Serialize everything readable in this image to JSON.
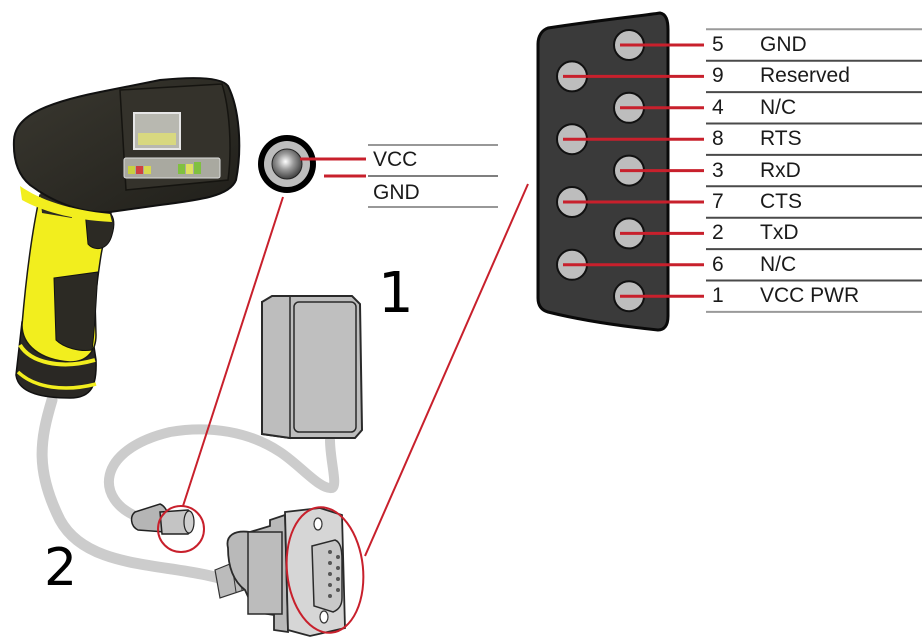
{
  "colors": {
    "callout_red": "#c8202c",
    "scanner_body": "#2c2a24",
    "scanner_yellow": "#f2ee1e",
    "connector_face": "#3a3a3a",
    "pin_fill": "#bdbdbd",
    "cable_gray": "#c9c9c9",
    "adapter_gray": "#bcbcbc",
    "table_rule": "#555555"
  },
  "callouts": {
    "part_1": "1",
    "part_2": "2"
  },
  "power_jack": {
    "pins": [
      {
        "signal": "VCC"
      },
      {
        "signal": "GND"
      }
    ]
  },
  "db9_pinout": {
    "rows": [
      {
        "pin": "5",
        "signal": "GND"
      },
      {
        "pin": "9",
        "signal": "Reserved"
      },
      {
        "pin": "4",
        "signal": "N/C"
      },
      {
        "pin": "8",
        "signal": "RTS"
      },
      {
        "pin": "3",
        "signal": "RxD"
      },
      {
        "pin": "7",
        "signal": "CTS"
      },
      {
        "pin": "2",
        "signal": "TxD"
      },
      {
        "pin": "6",
        "signal": "N/C"
      },
      {
        "pin": "1",
        "signal": "VCC PWR"
      }
    ]
  }
}
